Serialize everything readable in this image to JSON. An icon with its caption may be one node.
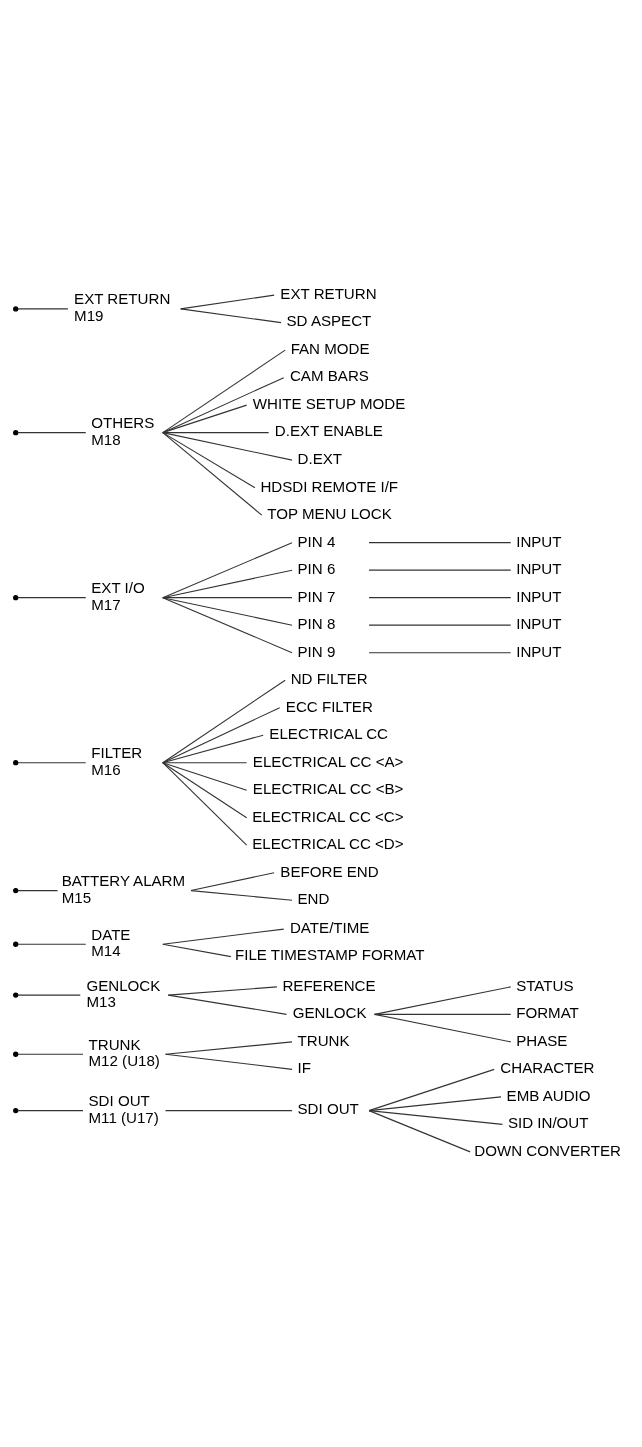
{
  "diagram": {
    "nodes": [
      {
        "text": [
          "SDI OUT"
        ],
        "beside": [
          "M11 (U17)"
        ]
      },
      {
        "text": [
          "SDI OUT"
        ]
      },
      {
        "text": [
          "CHARACTER"
        ]
      },
      {
        "text": [
          "EMB AUDIO"
        ]
      },
      {
        "text": [
          "SID IN/OUT"
        ]
      },
      {
        "text": [
          "DOWN CONVERTER"
        ]
      },
      {
        "text": [
          "TRUNK"
        ],
        "beside": [
          "M12 (U18)"
        ]
      },
      {
        "text": [
          "TRUNK"
        ]
      },
      {
        "text": [
          "IF"
        ]
      },
      {
        "text": [
          "GENLOCK"
        ],
        "beside": [
          "M13"
        ]
      },
      {
        "text": [
          "REFERENCE"
        ]
      },
      {
        "text": [
          "GENLOCK"
        ]
      },
      {
        "text": [
          "STATUS"
        ]
      },
      {
        "text": [
          "FORMAT"
        ]
      },
      {
        "text": [
          "PHASE"
        ]
      },
      {
        "text": [
          "DATE"
        ],
        "beside": [
          "M14"
        ]
      },
      {
        "text": [
          "DATE/TIME"
        ]
      },
      {
        "text": [
          "FILE TIMESTAMP FORMAT"
        ]
      },
      {
        "text": [
          "BATTERY ALARM"
        ],
        "beside": [
          "M15"
        ]
      },
      {
        "text": [
          "BEFORE END"
        ]
      },
      {
        "text": [
          "END"
        ]
      },
      {
        "text": [
          "FILTER"
        ],
        "beside": [
          "M16"
        ]
      },
      {
        "text": [
          "ND FILTER"
        ]
      },
      {
        "text": [
          "ECC FILTER"
        ]
      },
      {
        "text": [
          "ELECTRICAL CC"
        ]
      },
      {
        "text": [
          "ELECTRICAL CC <A>"
        ]
      },
      {
        "text": [
          "ELECTRICAL CC <B>"
        ]
      },
      {
        "text": [
          "ELECTRICAL CC <C>"
        ]
      },
      {
        "text": [
          "ELECTRICAL CC <D>"
        ]
      },
      {
        "text": [
          "EXT I/O"
        ],
        "beside": [
          "M17"
        ]
      },
      {
        "text": [
          "PIN 4"
        ]
      },
      {
        "text": [
          "INPUT"
        ]
      },
      {
        "text": [
          "PIN 6"
        ]
      },
      {
        "text": [
          "INPUT"
        ]
      },
      {
        "text": [
          "PIN 7"
        ]
      },
      {
        "text": [
          "INPUT"
        ]
      },
      {
        "text": [
          "PIN 8"
        ]
      },
      {
        "text": [
          "INPUT"
        ]
      },
      {
        "text": [
          "PIN 9"
        ]
      },
      {
        "text": [
          "INPUT"
        ]
      },
      {
        "text": [
          "OTHERS"
        ],
        "beside": [
          "M18"
        ]
      },
      {
        "text": [
          "FAN MODE"
        ]
      },
      {
        "text": [
          "CAM BARS"
        ]
      },
      {
        "text": [
          "WHITE SETUP MODE"
        ]
      },
      {
        "text": [
          "D.EXT ENABLE"
        ]
      },
      {
        "text": [
          "D.EXT"
        ]
      },
      {
        "text": [
          "HDSDI REMOTE I/F"
        ]
      },
      {
        "text": [
          "TOP MENU LOCK"
        ]
      },
      {
        "text": [
          "EXT RETURN"
        ],
        "beside": [
          "M19"
        ]
      },
      {
        "text": [
          "EXT RETURN"
        ]
      },
      {
        "text": [
          "SD ASPECT"
        ]
      }
    ],
    "edges": [
      {
        "from": null,
        "to": 0,
        "arrow": "none"
      },
      {
        "from": 0,
        "to": 1,
        "arrow": "none"
      },
      {
        "from": 1,
        "to": 2,
        "arrow": "none"
      },
      {
        "from": 1,
        "to": 3,
        "arrow": "none"
      },
      {
        "from": 1,
        "to": 4,
        "arrow": "none"
      },
      {
        "from": 1,
        "to": 5,
        "arrow": "none"
      },
      {
        "from": null,
        "to": 6,
        "arrow": "none"
      },
      {
        "from": 6,
        "to": 7,
        "arrow": "none"
      },
      {
        "from": 6,
        "to": 8,
        "arrow": "none"
      },
      {
        "from": null,
        "to": 9,
        "arrow": "none"
      },
      {
        "from": 9,
        "to": 10,
        "arrow": "none"
      },
      {
        "from": 9,
        "to": 11,
        "arrow": "none"
      },
      {
        "from": 11,
        "to": 12,
        "arrow": "none"
      },
      {
        "from": 11,
        "to": 13,
        "arrow": "none"
      },
      {
        "from": 11,
        "to": 14,
        "arrow": "none"
      },
      {
        "from": null,
        "to": 15,
        "arrow": "none"
      },
      {
        "from": 15,
        "to": 16,
        "arrow": "none"
      },
      {
        "from": 15,
        "to": 17,
        "arrow": "none"
      },
      {
        "from": null,
        "to": 18,
        "arrow": "none"
      },
      {
        "from": 18,
        "to": 19,
        "arrow": "none"
      },
      {
        "from": 18,
        "to": 20,
        "arrow": "none"
      },
      {
        "from": null,
        "to": 21,
        "arrow": "none"
      },
      {
        "from": 21,
        "to": 22,
        "arrow": "none"
      },
      {
        "from": 21,
        "to": 23,
        "arrow": "none"
      },
      {
        "from": 21,
        "to": 24,
        "arrow": "none"
      },
      {
        "from": 21,
        "to": 25,
        "arrow": "none"
      },
      {
        "from": 21,
        "to": 26,
        "arrow": "none"
      },
      {
        "from": 21,
        "to": 27,
        "arrow": "none"
      },
      {
        "from": 21,
        "to": 28,
        "arrow": "none"
      },
      {
        "from": null,
        "to": 29,
        "arrow": "none"
      },
      {
        "from": 29,
        "to": 30,
        "arrow": "none"
      },
      {
        "from": 30,
        "to": 31,
        "arrow": "none"
      },
      {
        "from": 29,
        "to": 32,
        "arrow": "none"
      },
      {
        "from": 32,
        "to": 33,
        "arrow": "none"
      },
      {
        "from": 29,
        "to": 34,
        "arrow": "none"
      },
      {
        "from": 34,
        "to": 35,
        "arrow": "none"
      },
      {
        "from": 29,
        "to": 36,
        "arrow": "none"
      },
      {
        "from": 36,
        "to": 37,
        "arrow": "none"
      },
      {
        "from": 29,
        "to": 38,
        "arrow": "none"
      },
      {
        "from": 38,
        "to": 39,
        "arrow": "none"
      },
      {
        "from": null,
        "to": 40,
        "arrow": "none"
      },
      {
        "from": 40,
        "to": 41,
        "arrow": "none"
      },
      {
        "from": 40,
        "to": 42,
        "arrow": "none"
      },
      {
        "from": 40,
        "to": 43,
        "arrow": "none"
      },
      {
        "from": 40,
        "to": 44,
        "arrow": "none"
      },
      {
        "from": 40,
        "to": 45,
        "arrow": "none"
      },
      {
        "from": 40,
        "to": 46,
        "arrow": "none"
      },
      {
        "from": 40,
        "to": 47,
        "arrow": "none"
      },
      {
        "from": null,
        "to": 48,
        "arrow": "none"
      },
      {
        "from": 48,
        "to": 49,
        "arrow": "none"
      },
      {
        "from": 48,
        "to": 50,
        "arrow": "none"
      }
    ]
  }
}
